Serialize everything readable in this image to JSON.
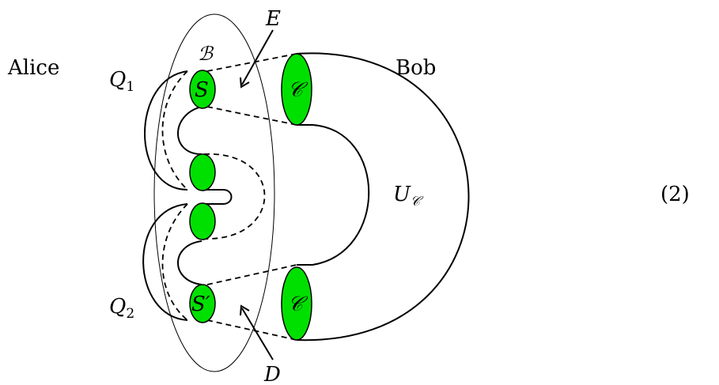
{
  "labels": {
    "alice": "Alice",
    "bob": "Bob",
    "q1_main": "Q",
    "q1_sub": "1",
    "q2_main": "Q",
    "q2_sub": "2",
    "script_b": "ℬ",
    "e": "E",
    "d": "D",
    "s": "S",
    "s_prime": "S′",
    "c_top": "𝒞",
    "c_bottom": "𝒞",
    "u_main": "U",
    "u_sub": "𝒞",
    "equation_number": "(2)"
  },
  "colors": {
    "region_fill": "#00e000",
    "stroke": "#000000",
    "background": "#ffffff"
  }
}
